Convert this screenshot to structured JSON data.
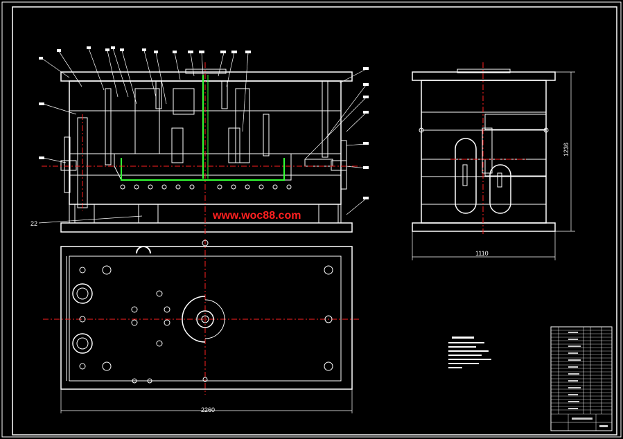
{
  "colors": {
    "background": "#000000",
    "line": "#ffffff",
    "center_line": "#ff2020",
    "part_outline": "#33ff33",
    "watermark": "#ff2020"
  },
  "watermark": "www.woc88.com",
  "dimensions": {
    "side_view_height": "1236",
    "side_view_width": "1110",
    "plan_view_width": "2260",
    "callout_22": "22"
  },
  "views": [
    "front-section-view",
    "side-view",
    "plan-view",
    "technical-requirements",
    "title-block"
  ]
}
